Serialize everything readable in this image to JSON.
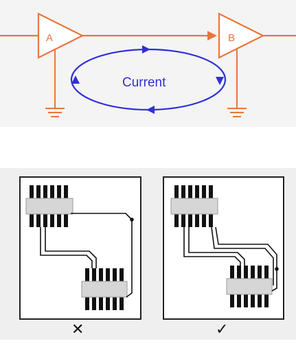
{
  "top_diagram": {
    "buffer_a_label": "A",
    "buffer_b_label": "B",
    "current_label": "Current",
    "colors": {
      "signal": "#e8763c",
      "current": "#2f2fd8"
    }
  },
  "bottom_diagram": {
    "wrong_mark": "✕",
    "right_mark": "✓",
    "colors": {
      "board_border": "#222222",
      "pins": "#111111",
      "chip_body": "#d6d6d6",
      "trace": "#111111"
    }
  }
}
